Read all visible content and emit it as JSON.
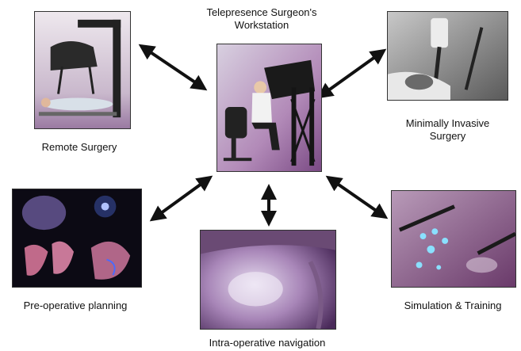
{
  "center": {
    "title": "Telepresence Surgeon's\nWorkstation",
    "icon": "surgeon-workstation-photo"
  },
  "nodes": [
    {
      "id": "remote",
      "label": "Remote Surgery",
      "icon": "surgical-robot-photo"
    },
    {
      "id": "minimal",
      "label": "Minimally Invasive\nSurgery",
      "icon": "laparoscopic-instruments-photo"
    },
    {
      "id": "preop",
      "label": "Pre-operative planning",
      "icon": "organ-renderings-photo"
    },
    {
      "id": "intraop",
      "label": "Intra-operative navigation",
      "icon": "endoscopic-view-photo"
    },
    {
      "id": "sim",
      "label": "Simulation & Training",
      "icon": "virtual-surgery-photo"
    }
  ],
  "colors": {
    "arrow": "#111111",
    "border": "#333333"
  }
}
